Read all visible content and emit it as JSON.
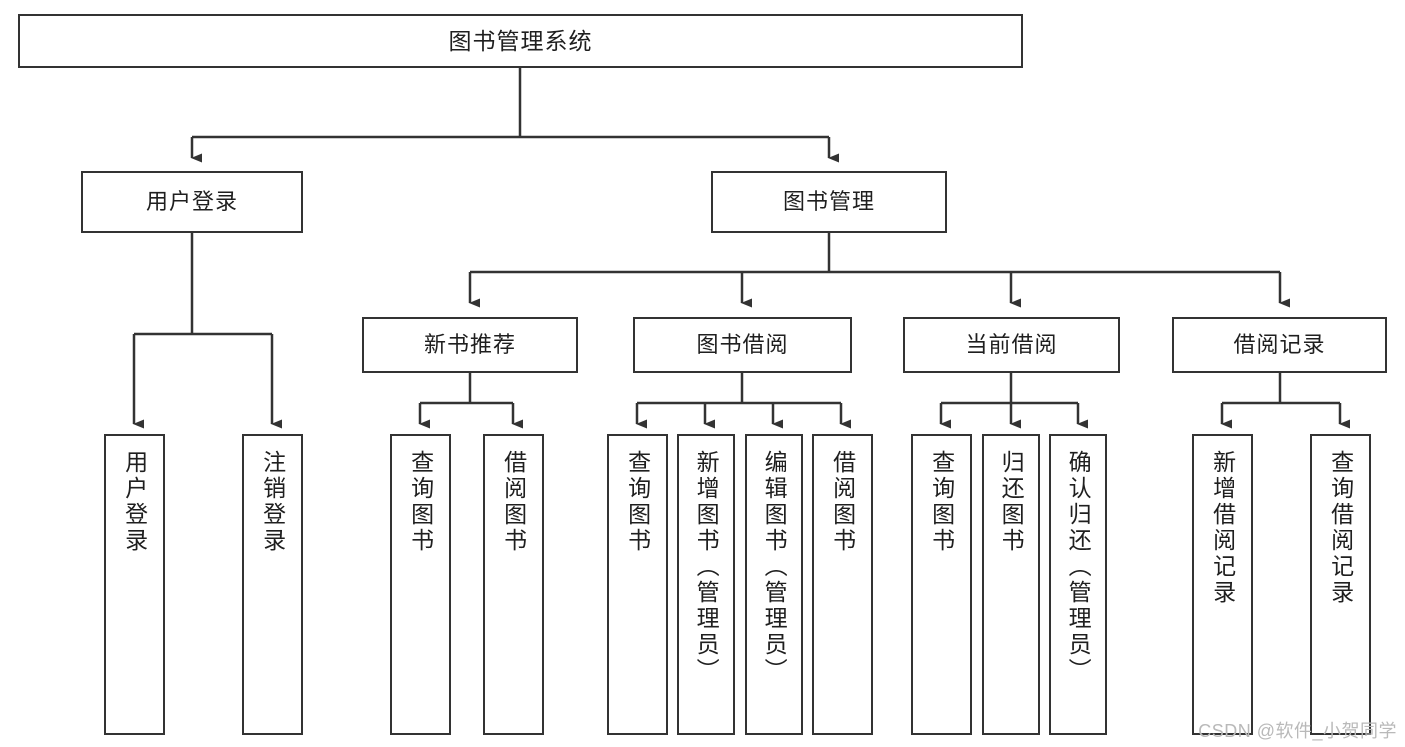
{
  "diagram": {
    "title": "图书管理系统",
    "watermark": "CSDN @软件_小贺同学",
    "levels": {
      "root": {
        "label": "图书管理系统"
      },
      "level2": [
        {
          "label": "用户登录"
        },
        {
          "label": "图书管理"
        }
      ],
      "level3": [
        {
          "label": "新书推荐"
        },
        {
          "label": "图书借阅"
        },
        {
          "label": "当前借阅"
        },
        {
          "label": "借阅记录"
        }
      ],
      "leaves": {
        "user_login": [
          {
            "label": "用户登录"
          },
          {
            "label": "注销登录"
          }
        ],
        "new_book_recommend": [
          {
            "label": "查询图书"
          },
          {
            "label": "借阅图书"
          }
        ],
        "book_borrow": [
          {
            "label": "查询图书"
          },
          {
            "label": "新增图书（管理员）"
          },
          {
            "label": "编辑图书（管理员）"
          },
          {
            "label": "借阅图书"
          }
        ],
        "current_borrow": [
          {
            "label": "查询图书"
          },
          {
            "label": "归还图书"
          },
          {
            "label": "确认归还（管理员）"
          }
        ],
        "borrow_record": [
          {
            "label": "新增借阅记录"
          },
          {
            "label": "查询借阅记录"
          }
        ]
      }
    },
    "colors": {
      "stroke": "#333333",
      "fill": "#ffffff",
      "text": "#1f1f1f",
      "watermark": "#b9b9b9"
    }
  }
}
